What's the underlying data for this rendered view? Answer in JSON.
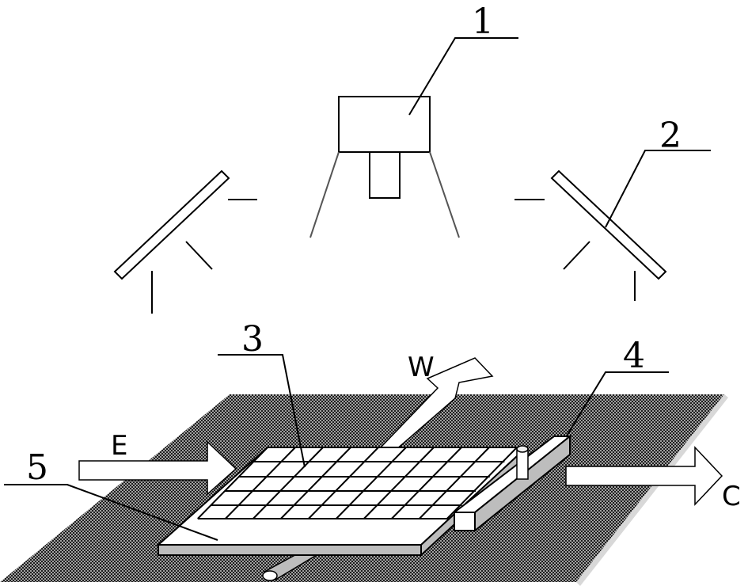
{
  "labels": {
    "camera": "1",
    "light_source": "2",
    "grid_plate": "3",
    "rail": "4",
    "base_plate": "5"
  },
  "arrows": {
    "east": "E",
    "west": "W",
    "conveyor_out": "C"
  },
  "colors": {
    "ground_dark": "#222222",
    "ground_light": "#9a9a9a",
    "side_face": "#bdbdbd",
    "line": "#000000"
  }
}
